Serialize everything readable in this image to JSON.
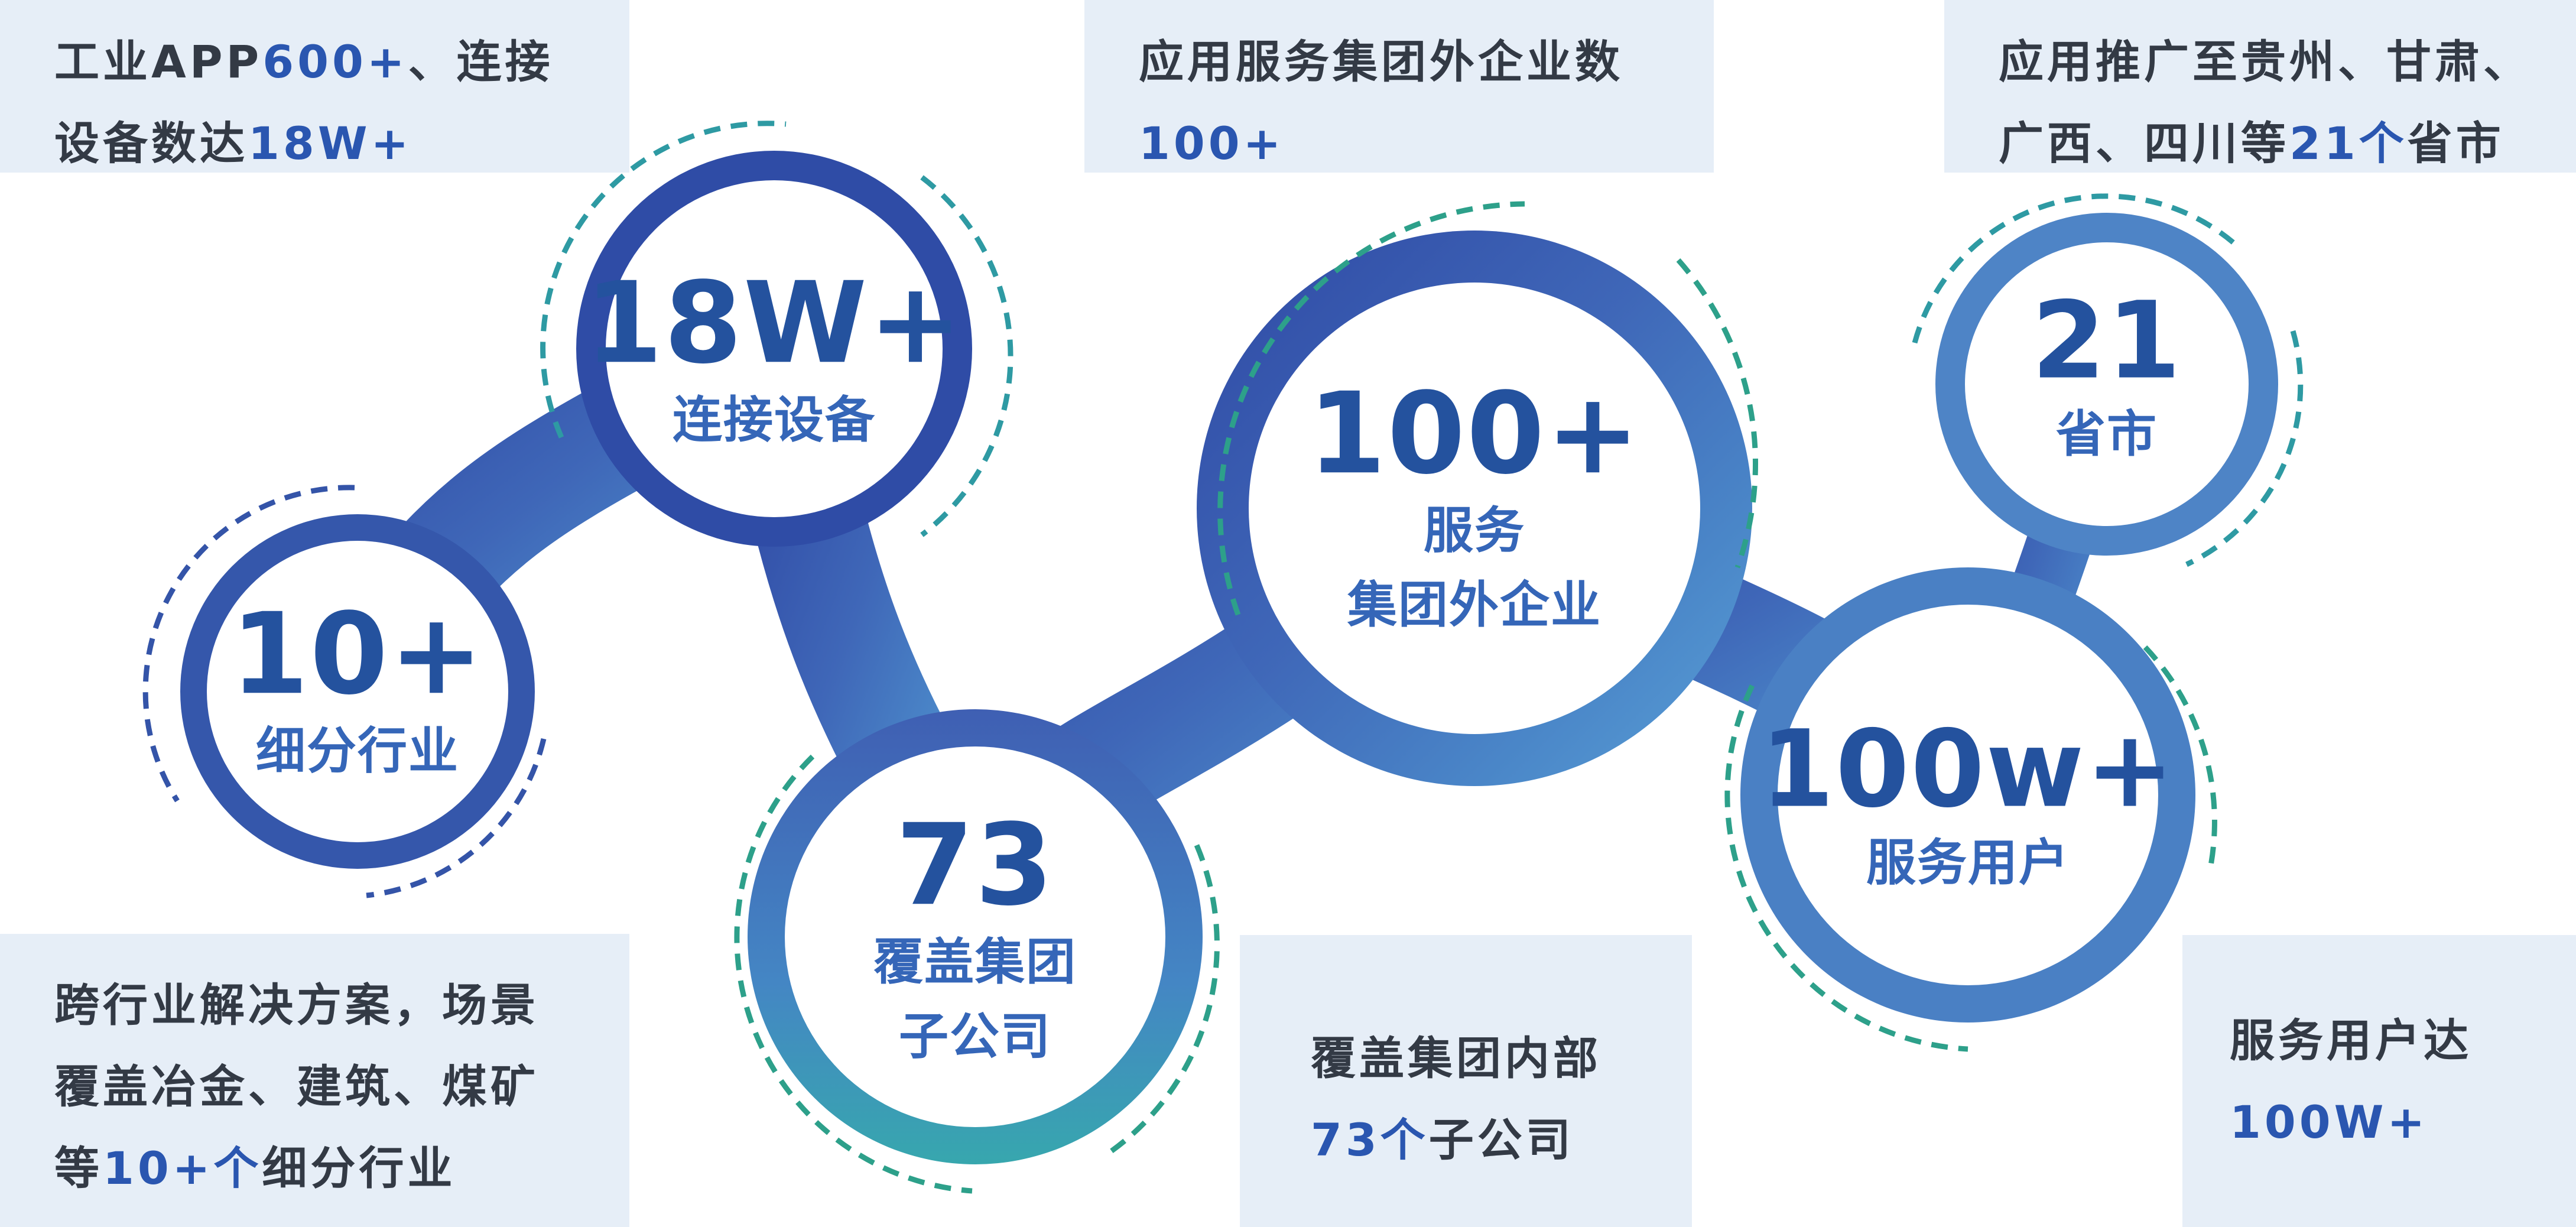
{
  "colors": {
    "box_bg": "#e6eef7",
    "highlight": "#2a56b0",
    "ring_dark": "#2b4ea8",
    "ring_light": "#4f8bcb",
    "ring_teal": "#3ea3ae",
    "dash_teal": "#2da08a",
    "number_text": "#24529e"
  },
  "bubbles": [
    {
      "id": "industry",
      "number": "10+",
      "label_lines": [
        "细分行业"
      ]
    },
    {
      "id": "devices",
      "number": "18W+",
      "label_lines": [
        "连接设备"
      ]
    },
    {
      "id": "subsidiaries",
      "number": "73",
      "label_lines": [
        "覆盖集团",
        "子公司"
      ]
    },
    {
      "id": "enterprises",
      "number": "100+",
      "label_lines": [
        "服务",
        "集团外企业"
      ]
    },
    {
      "id": "provinces",
      "number": "21",
      "label_lines": [
        "省市"
      ]
    },
    {
      "id": "users",
      "number": "100w+",
      "label_lines": [
        "服务用户"
      ]
    }
  ],
  "boxes": {
    "top_left": {
      "line1_pre": "工业APP",
      "line1_hl": "600+",
      "line1_post": "、连接",
      "line2_pre": "设备数达",
      "line2_hl": "18W+"
    },
    "top_center": {
      "line1": "应用服务集团外企业数",
      "line2_hl": "100+"
    },
    "top_right": {
      "line1": "应用推广至贵州、甘肃、",
      "line2_pre": "广西、四川等",
      "line2_hl": "21个",
      "line2_post": "省市"
    },
    "bottom_left": {
      "line1": "跨行业解决方案，场景",
      "line2": "覆盖冶金、建筑、煤矿",
      "line3_pre": "等",
      "line3_hl": "10+个",
      "line3_post": "细分行业"
    },
    "bottom_center": {
      "line1": "覆盖集团内部",
      "line2_hl": "73个",
      "line2_post": "子公司"
    },
    "bottom_right": {
      "line1": "服务用户达",
      "line2_hl": "100W+"
    }
  }
}
